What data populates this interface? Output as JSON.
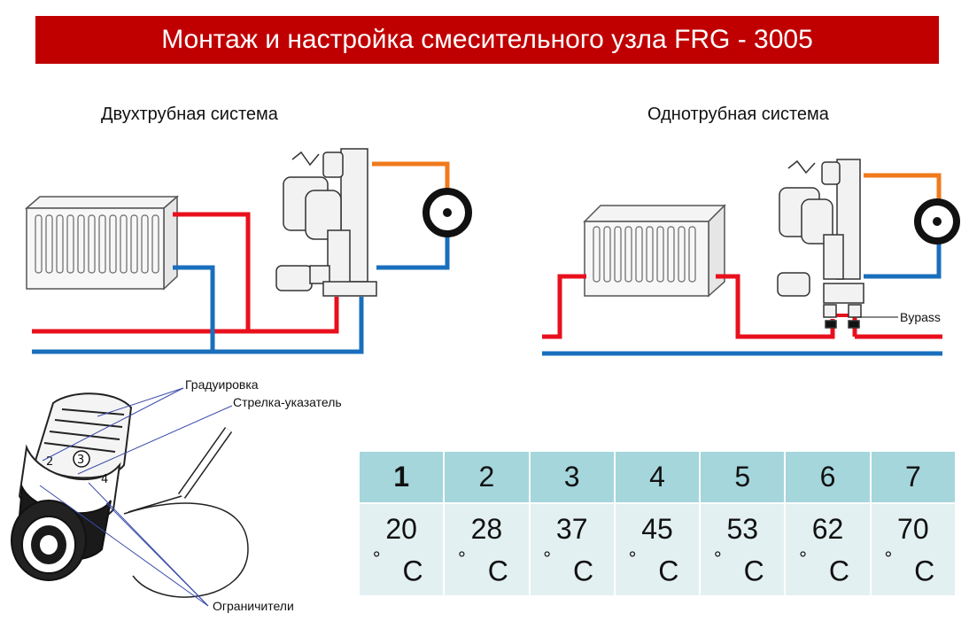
{
  "header": {
    "title": "Монтаж и настройка смесительного узла FRG - 3005"
  },
  "systems": {
    "two_pipe": {
      "title": "Двухтрубная система"
    },
    "one_pipe": {
      "title": "Однотрубная система",
      "bypass_label": "Bypass"
    }
  },
  "thermohead": {
    "callouts": {
      "graduation": "Градуировка",
      "pointer": "Стрелка-указатель",
      "limiters": "Ограничители"
    },
    "scale_marks": [
      "2",
      "3",
      "4"
    ]
  },
  "temperature_table": {
    "positions": [
      "1",
      "2",
      "3",
      "4",
      "5",
      "6",
      "7"
    ],
    "values": [
      "20",
      "28",
      "37",
      "45",
      "53",
      "62",
      "70"
    ],
    "unit_degree": "°",
    "unit_letter": "C"
  },
  "colors": {
    "banner": "#c00000",
    "supply": "#e8101c",
    "return": "#1a6fbd",
    "secondary_supply": "#f07a1c",
    "table_head": "#a5d6dc",
    "table_body": "#e2f0f1"
  }
}
